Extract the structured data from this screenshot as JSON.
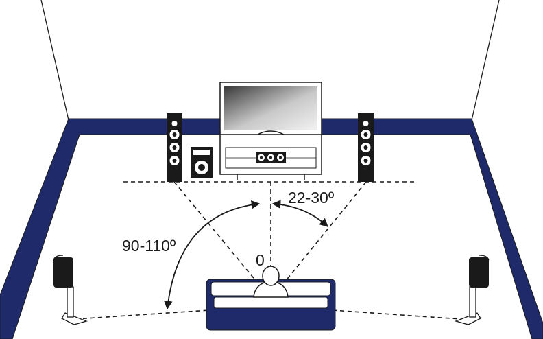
{
  "labels": {
    "front_angle": "22-30º",
    "surround_angle": "90-110º",
    "center_angle": "0"
  },
  "colors": {
    "wall_band": "#1f2a6b",
    "sofa": "#1f2a6b",
    "line": "#1a1a1a",
    "background": "#ffffff"
  },
  "icons": {
    "tv": "television-icon",
    "front_speakers": "tower-speaker-icon",
    "center_speaker": "center-speaker-icon",
    "subwoofer": "subwoofer-icon",
    "surround_speakers": "satellite-speaker-icon",
    "listener": "person-icon",
    "sofa": "sofa-icon"
  }
}
